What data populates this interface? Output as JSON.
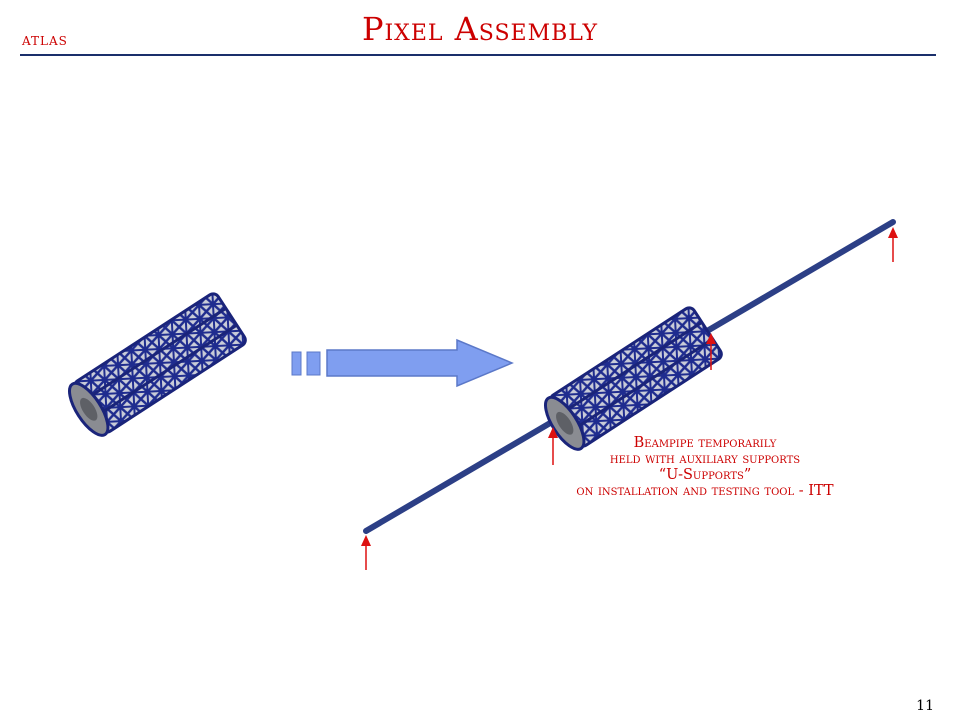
{
  "header": {
    "logo": "atlas",
    "title": "Pixel Assembly"
  },
  "annotation": {
    "lines": [
      "Beampipe temporarily",
      "held with auxiliary supports",
      "“U-Supports”",
      "on installation and testing tool - ITT"
    ]
  },
  "footer": {
    "page_number": "11"
  },
  "colors": {
    "accent": "#cc0000",
    "rule": "#1a2f6b",
    "frame": "#1f2c8f",
    "beampipe": "#2c3f86",
    "arrow": "#7f9ef0"
  }
}
